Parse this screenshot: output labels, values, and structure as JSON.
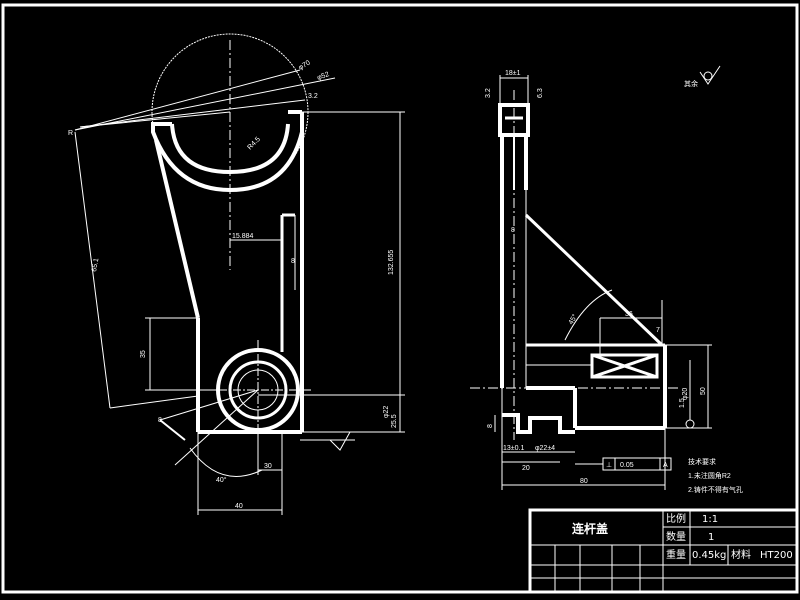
{
  "colors": {
    "background": "#000000",
    "line": "#ffffff"
  },
  "front_view": {
    "dims": {
      "height_main": "132.655",
      "hole_offset": "35",
      "rib_width": "15.884",
      "bottom_width": "40",
      "hub_width": "30",
      "angle": "40°",
      "left_inclined": "65.1",
      "small_r": "R",
      "surface_mark": "3.2",
      "top_small": "R4.5",
      "top_dim_a": "φ70",
      "top_dim_b": "φ52",
      "thk": "8",
      "rib_thk": "8",
      "bottom_right": "φ22",
      "bottom_right2": "25.5"
    }
  },
  "side_view": {
    "dims": {
      "top_width": "18±1",
      "left_top": "3.2",
      "right_top": "6.3",
      "inner_thk": "8",
      "angle": "45°",
      "right_len": "36",
      "small_right": "7",
      "diam": "φ20",
      "vert_right": "50",
      "bottom_left": "8",
      "bottom_a": "13±0.1",
      "bottom_b": "20",
      "bottom_c": "φ22±4",
      "overall": "80",
      "tolerance": "0.05",
      "datum": "A",
      "tol_symbol": "⊥",
      "right_mark": "1.5"
    }
  },
  "roughness_note": "其余",
  "notes_lines": [
    "技术要求",
    "1.未注圆角R2",
    "2.铸件不得有气孔"
  ],
  "title_block": {
    "part_name": "连杆盖",
    "scale_label": "比例",
    "scale_value": "1:1",
    "qty_label": "数量",
    "qty_value": "1",
    "weight_label": "重量",
    "weight_value": "0.45kg",
    "material_label": "材料",
    "material_value": "HT200"
  }
}
